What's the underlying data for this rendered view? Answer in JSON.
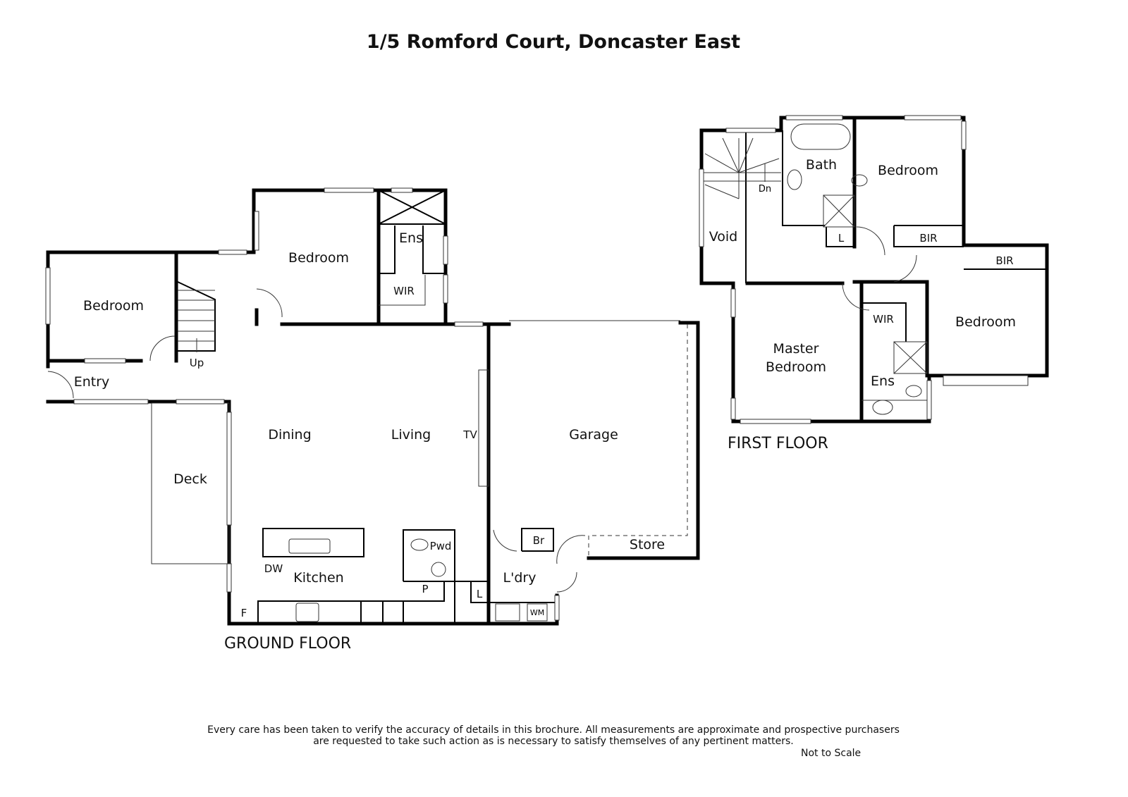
{
  "title": "1/5 Romford Court, Doncaster East",
  "ground_floor": {
    "label": "GROUND FLOOR",
    "rooms": {
      "bedroom_1": "Bedroom",
      "bedroom_2": "Bedroom",
      "ens": "Ens",
      "wir": "WIR",
      "entry": "Entry",
      "up": "Up",
      "deck": "Deck",
      "dining": "Dining",
      "living": "Living",
      "tv": "TV",
      "garage": "Garage",
      "store": "Store",
      "kitchen": "Kitchen",
      "dw": "DW",
      "f": "F",
      "pwd": "Pwd",
      "p": "P",
      "l": "L",
      "ldry": "L'dry",
      "br": "Br",
      "wm": "WM"
    }
  },
  "first_floor": {
    "label": "FIRST FLOOR",
    "rooms": {
      "void": "Void",
      "dn": "Dn",
      "bath": "Bath",
      "l": "L",
      "bedroom_a": "Bedroom",
      "bir_a": "BIR",
      "bir_b": "BIR",
      "bedroom_b": "Bedroom",
      "master_1": "Master",
      "master_2": "Bedroom",
      "wir": "WIR",
      "ens": "Ens"
    }
  },
  "disclaimer_line1": "Every care has been taken to verify the accuracy of details in this brochure. All measurements are approximate and prospective purchasers",
  "disclaimer_line2": "are requested to take such action as is necessary to satisfy themselves of any pertinent matters.",
  "scale_note": "Not to Scale"
}
